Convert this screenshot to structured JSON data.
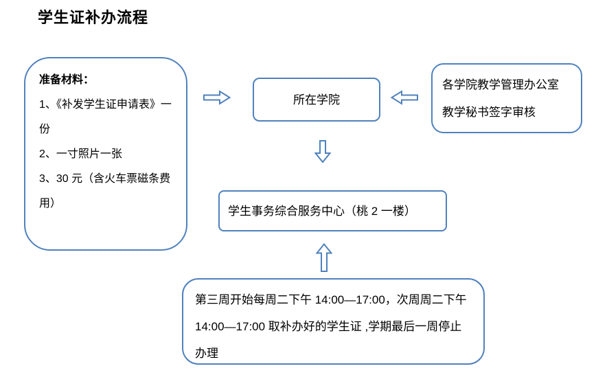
{
  "title": "学生证补办流程",
  "colors": {
    "box_border": "#4f81bd",
    "arrow_stroke": "#4f81bd",
    "text": "#000000",
    "background": "#ffffff"
  },
  "flowchart": {
    "materials_box": {
      "heading": "准备材料：",
      "items": [
        "1、《补发学生证申请表》一份",
        "2、一寸照片一张",
        "3、30 元（含火车票磁条费用）"
      ]
    },
    "college_box": {
      "label": "所在学院"
    },
    "office_box": {
      "line1": "各学院教学管理办公室",
      "line2": "教学秘书签字审核"
    },
    "service_center_box": {
      "label": "学生事务综合服务中心（桃 2 一楼）"
    },
    "schedule_box": {
      "text": "第三周开始每周二下午 14:00—17:00，次周周二下午 14:00—17:00 取补办好的学生证 ,学期最后一周停止办理"
    },
    "icons": [
      "right-block-arrow-icon",
      "left-block-arrow-icon",
      "down-block-arrow-icon",
      "up-block-arrow-icon"
    ]
  }
}
